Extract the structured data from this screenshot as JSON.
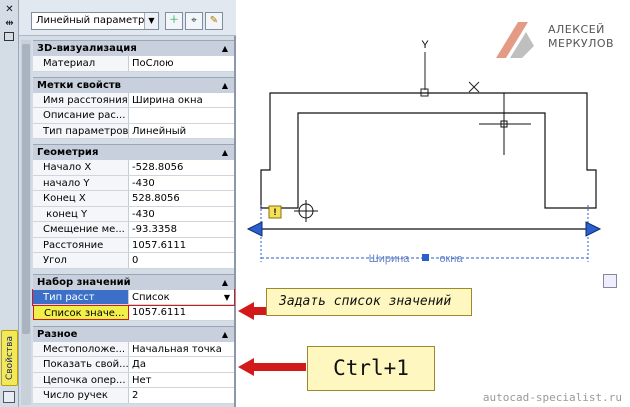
{
  "window": {
    "close_glyph": "✕",
    "pin_glyph": "⇹"
  },
  "side_tab_label": "Свойства",
  "toolbar": {
    "object_type": "Линейный параметр"
  },
  "sections": [
    {
      "title": "3D-визуализация",
      "rows": [
        {
          "key": "Материал",
          "value": "ПоСлою"
        }
      ]
    },
    {
      "title": "Метки свойств",
      "rows": [
        {
          "key": "Имя расстояния",
          "value": "Ширина окна"
        },
        {
          "key": "Описание рас...",
          "value": ""
        },
        {
          "key": "Тип параметров",
          "value": "Линейный"
        }
      ]
    },
    {
      "title": "Геометрия",
      "rows": [
        {
          "key": "Начало X",
          "value": "-528.8056"
        },
        {
          "key": "начало Y",
          "value": "-430"
        },
        {
          "key": "Конец X",
          "value": "528.8056"
        },
        {
          "key": " конец Y",
          "value": "-430"
        },
        {
          "key": "Смещение ме...",
          "value": "-93.3358"
        },
        {
          "key": "Расстояние",
          "value": "1057.6111"
        },
        {
          "key": "Угол",
          "value": "0"
        }
      ]
    },
    {
      "title": "Набор значений",
      "rows": [
        {
          "key": "Тип расст",
          "value": "Список"
        },
        {
          "key": "Список значе...",
          "value": "1057.6111"
        }
      ]
    },
    {
      "title": "Разное",
      "rows": [
        {
          "key": "Местоположе...",
          "value": "Начальная точка"
        },
        {
          "key": "Показать свой...",
          "value": "Да"
        },
        {
          "key": "Цепочка опер...",
          "value": "Нет"
        },
        {
          "key": "Число ручек",
          "value": "2"
        }
      ]
    }
  ],
  "drawing": {
    "axis_label": "Y",
    "dimension_text": "Ширина окна",
    "warning": "!"
  },
  "callouts": {
    "list_hint": "Задать список значений",
    "shortcut": "Ctrl+1"
  },
  "logo": {
    "line1": "АЛЕКСЕЙ",
    "line2": "МЕРКУЛОВ"
  },
  "site": "autocad-specialist.ru",
  "colors": {
    "accent_red": "#d21a1a",
    "grip_blue": "#2a5fd0",
    "highlight_yellow": "#f1ef4a"
  }
}
